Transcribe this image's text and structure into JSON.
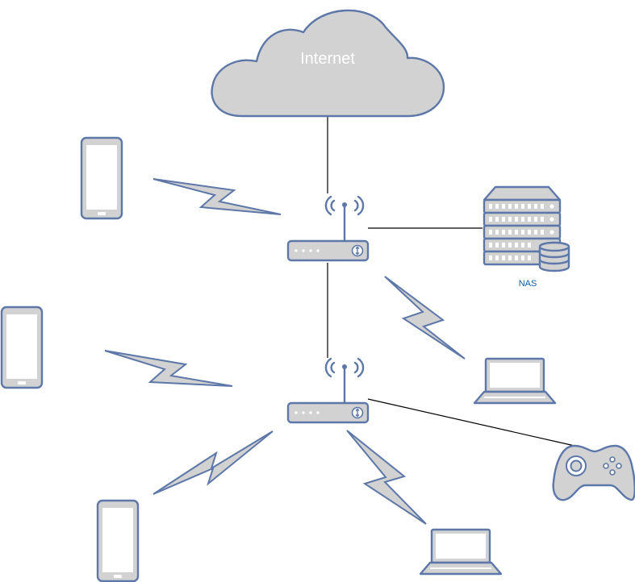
{
  "internet_label": "Internet",
  "nas_label": "NAS",
  "colors": {
    "device_fill": "#d2d2d2",
    "device_stroke": "#5d77a8",
    "link": "#000000",
    "nas_text": "#0c5ea8",
    "cloud_text": "#ffffff"
  },
  "nodes": [
    {
      "id": "internet",
      "kind": "cloud"
    },
    {
      "id": "router-1",
      "kind": "wireless-router"
    },
    {
      "id": "router-2",
      "kind": "wireless-router"
    },
    {
      "id": "nas",
      "kind": "storage-server"
    },
    {
      "id": "phone-1",
      "kind": "smartphone"
    },
    {
      "id": "phone-2",
      "kind": "smartphone"
    },
    {
      "id": "phone-3",
      "kind": "smartphone"
    },
    {
      "id": "laptop-1",
      "kind": "laptop"
    },
    {
      "id": "laptop-2",
      "kind": "laptop"
    },
    {
      "id": "gamepad",
      "kind": "game-controller"
    }
  ],
  "wired_links": [
    [
      "internet",
      "router-1"
    ],
    [
      "router-1",
      "nas"
    ],
    [
      "router-1",
      "router-2"
    ],
    [
      "router-2",
      "gamepad"
    ]
  ],
  "wireless_links": [
    [
      "router-1",
      "phone-1"
    ],
    [
      "router-1",
      "laptop-1"
    ],
    [
      "router-2",
      "phone-2"
    ],
    [
      "router-2",
      "phone-3"
    ],
    [
      "router-2",
      "laptop-2"
    ]
  ]
}
